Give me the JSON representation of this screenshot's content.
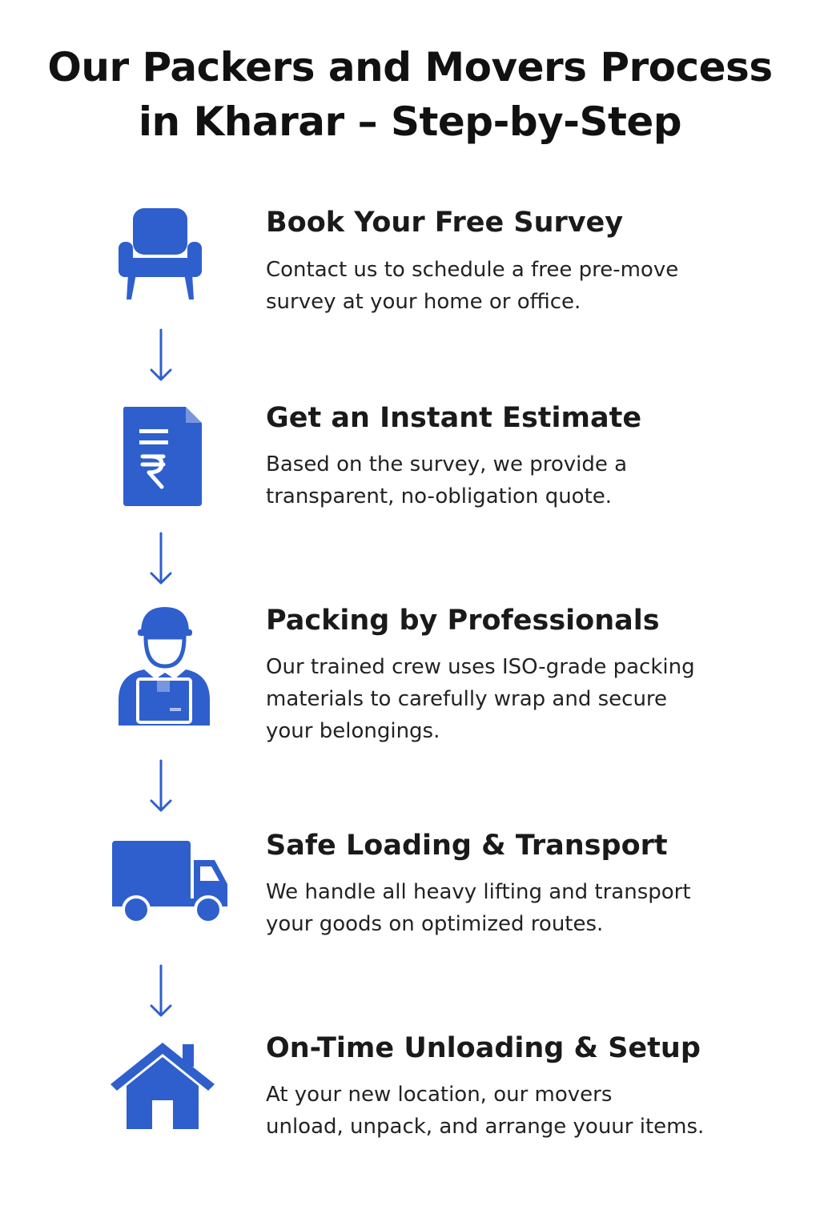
{
  "title": {
    "line1": "Our Packers and Movers Process",
    "line2": "in Kharar – Step-by-Step"
  },
  "accent_color": "#2f5fcd",
  "steps": [
    {
      "icon": "armchair-icon",
      "title": "Book Your Free Survey",
      "desc": [
        "Contact us to schedule a free pre-move",
        "survey at your home or office."
      ]
    },
    {
      "icon": "rupee-document-icon",
      "title": "Get an Instant Estimate",
      "desc": [
        "Based on the survey, we provide a",
        "transparent, no-obligation quote."
      ]
    },
    {
      "icon": "mover-with-box-icon",
      "title": "Packing by Professionals",
      "desc": [
        "Our trained crew uses ISO-grade packing",
        "materials to carefully wrap and secure",
        "your belongings."
      ]
    },
    {
      "icon": "truck-icon",
      "title": "Safe Loading & Transport",
      "desc": [
        "We handle all heavy lifting and transport",
        "your goods on optimized routes."
      ]
    },
    {
      "icon": "house-icon",
      "title": "On-Time Unloading & Setup",
      "desc": [
        "At your new location, our movers",
        "unload, unpack, and arrange youur items."
      ]
    }
  ]
}
